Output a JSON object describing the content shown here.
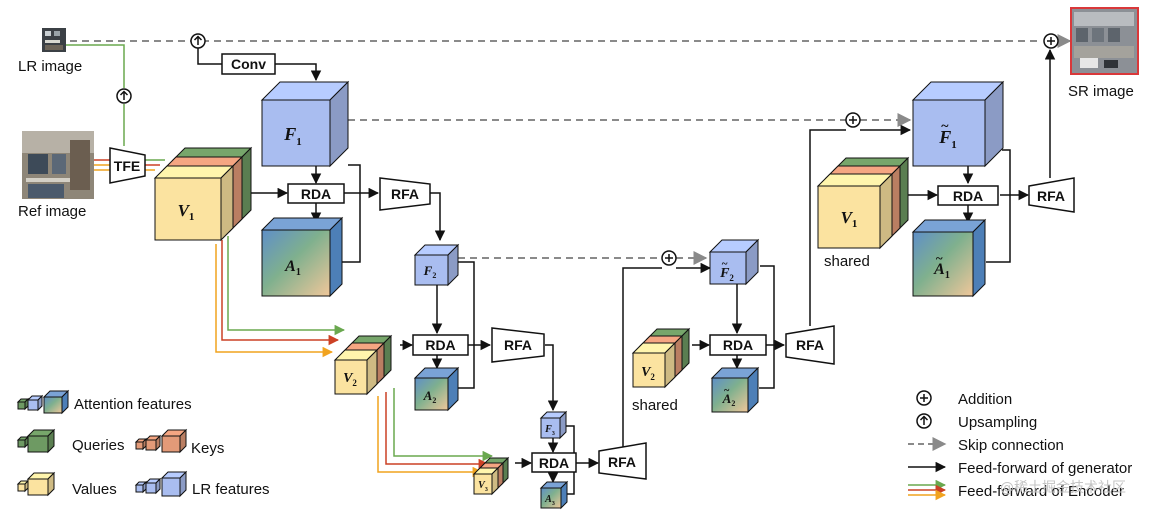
{
  "inputs": {
    "lr_image": "LR image",
    "ref_image": "Ref image",
    "sr_image": "SR image"
  },
  "modules": {
    "conv": "Conv",
    "tfe": "TFE",
    "rda": "RDA",
    "rfa": "RFA"
  },
  "cubes": {
    "F1": {
      "sym": "F",
      "sub": "1",
      "tilde": false
    },
    "A1": {
      "sym": "A",
      "sub": "1",
      "tilde": false
    },
    "V1": {
      "sym": "V",
      "sub": "1",
      "tilde": false
    },
    "F2": {
      "sym": "F",
      "sub": "2",
      "tilde": false
    },
    "A2": {
      "sym": "A",
      "sub": "2",
      "tilde": false
    },
    "V2": {
      "sym": "V",
      "sub": "2",
      "tilde": false
    },
    "F3": {
      "sym": "F",
      "sub": "3",
      "tilde": false
    },
    "A3": {
      "sym": "A",
      "sub": "3",
      "tilde": false
    },
    "V3": {
      "sym": "V",
      "sub": "3",
      "tilde": false
    },
    "F1t": {
      "sym": "F",
      "sub": "1",
      "tilde": true
    },
    "A1t": {
      "sym": "A",
      "sub": "1",
      "tilde": true
    },
    "V1s": {
      "sym": "V",
      "sub": "1",
      "tilde": false
    },
    "F2t": {
      "sym": "F",
      "sub": "2",
      "tilde": true
    },
    "A2t": {
      "sym": "A",
      "sub": "2",
      "tilde": true
    },
    "V2s": {
      "sym": "V",
      "sub": "2",
      "tilde": false
    }
  },
  "shared_label": "shared",
  "legend_left": {
    "attention": "Attention features",
    "queries": "Queries",
    "keys": "Keys",
    "values": "Values",
    "lr_features": "LR features"
  },
  "legend_right": {
    "addition": "Addition",
    "upsampling": "Upsampling",
    "skip": "Skip connection",
    "ff_generator": "Feed-forward of generator",
    "ff_encoder": "Feed-forward of Encoder"
  },
  "colors": {
    "lr_feature": "#a9bdf0",
    "queries": "#6e9a63",
    "keys": "#e39a78",
    "values": "#fbe3a0",
    "skip_arrow": "#8a8a8a",
    "encoder_green": "#6aa84f",
    "encoder_red": "#cc4125",
    "encoder_orange": "#f1a31f",
    "sr_border": "#d9383a"
  },
  "watermark": "@稀土掘金技术社区"
}
